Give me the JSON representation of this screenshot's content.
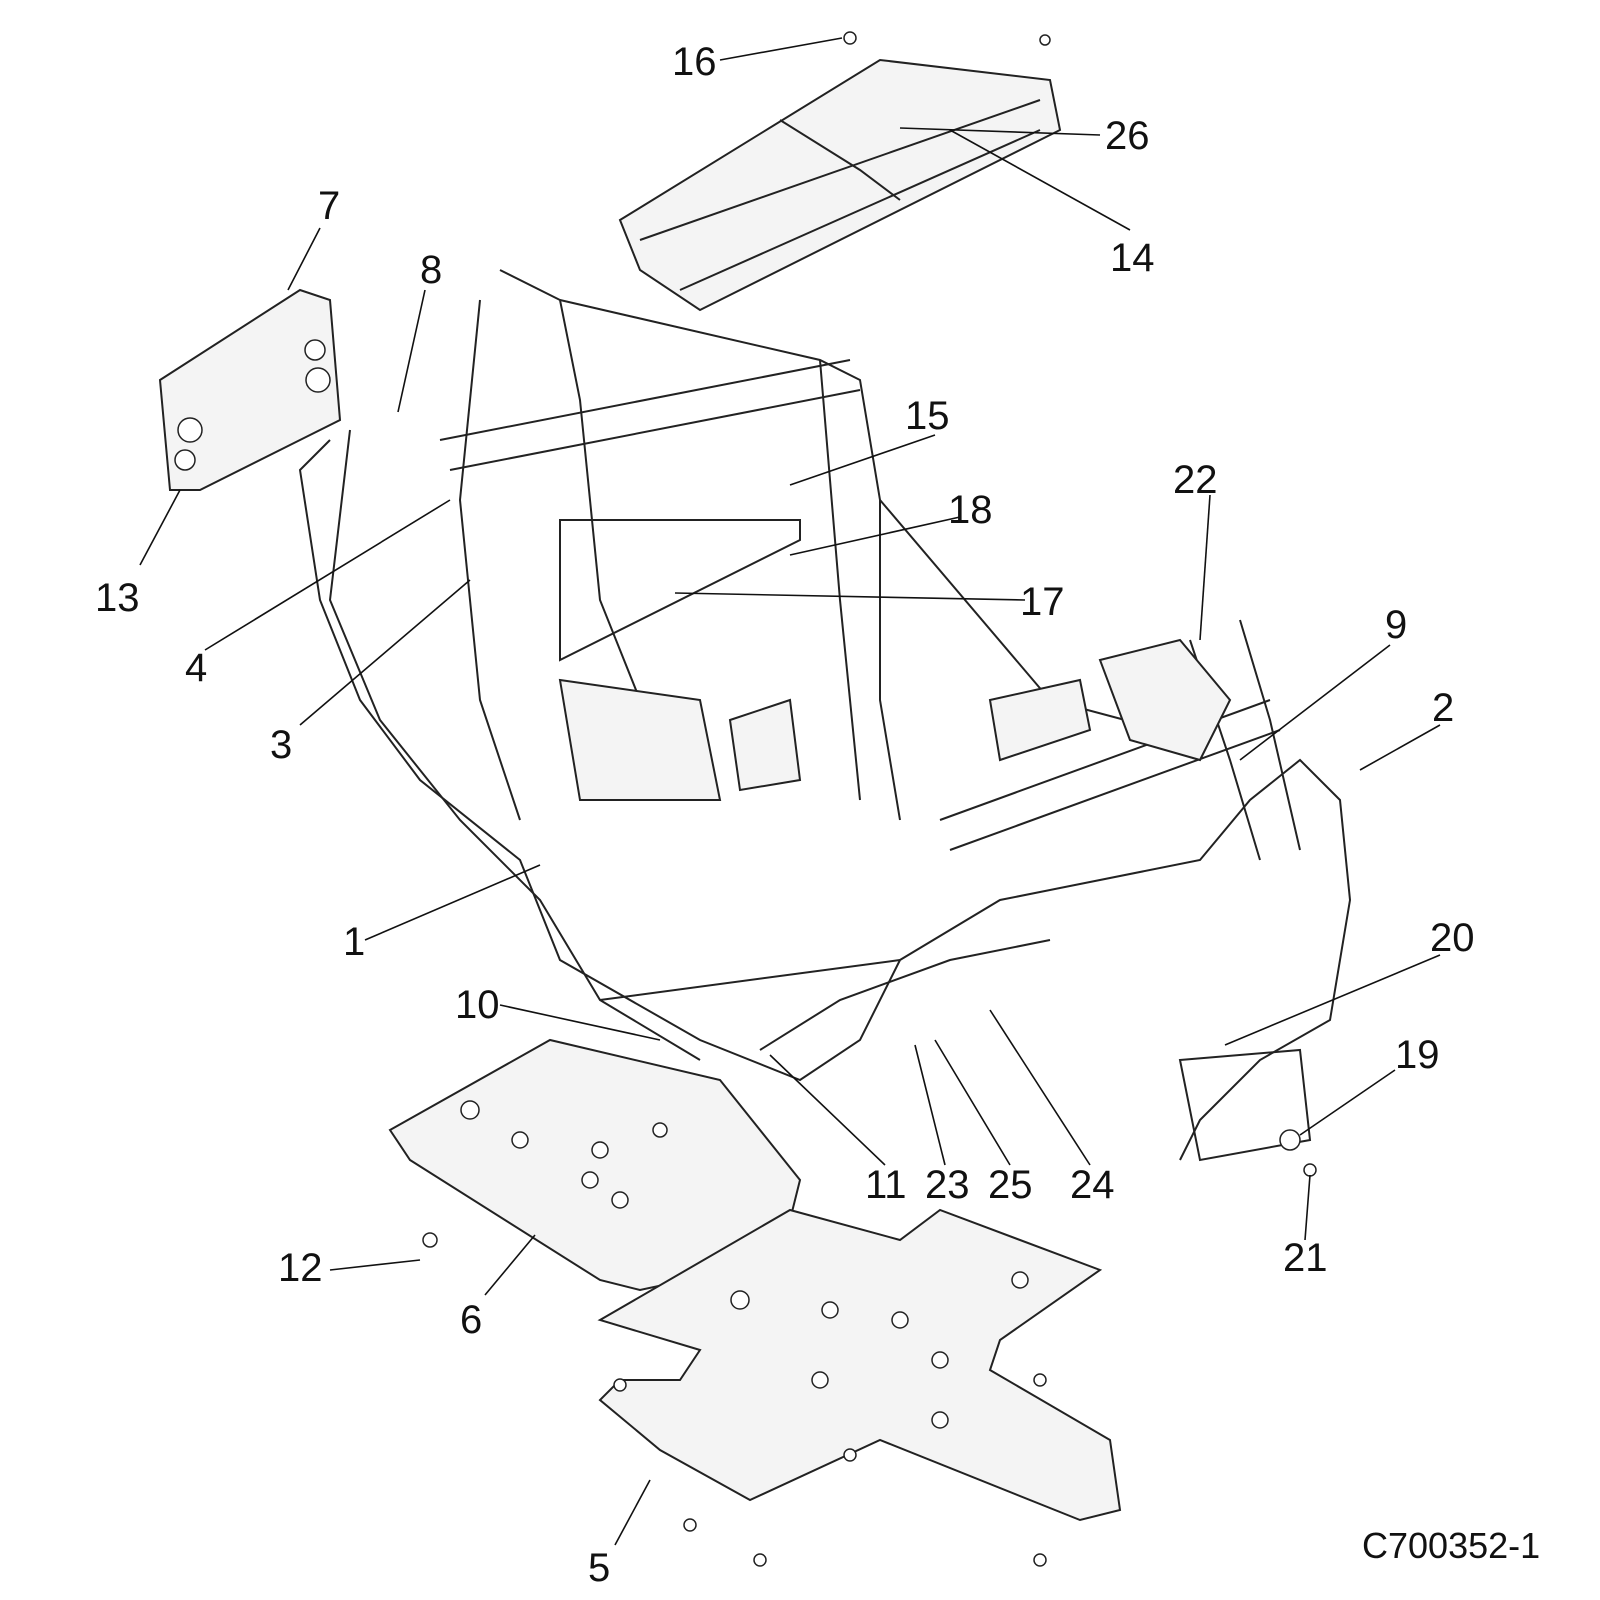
{
  "diagram": {
    "type": "exploded-parts-diagram",
    "reference_code": "C700352-1",
    "callouts": [
      {
        "id": "1",
        "label": "1"
      },
      {
        "id": "2",
        "label": "2"
      },
      {
        "id": "3",
        "label": "3"
      },
      {
        "id": "4",
        "label": "4"
      },
      {
        "id": "5",
        "label": "5"
      },
      {
        "id": "6",
        "label": "6"
      },
      {
        "id": "7",
        "label": "7"
      },
      {
        "id": "8",
        "label": "8"
      },
      {
        "id": "9",
        "label": "9"
      },
      {
        "id": "10",
        "label": "10"
      },
      {
        "id": "11",
        "label": "11"
      },
      {
        "id": "12",
        "label": "12"
      },
      {
        "id": "13",
        "label": "13"
      },
      {
        "id": "14",
        "label": "14"
      },
      {
        "id": "15",
        "label": "15"
      },
      {
        "id": "16",
        "label": "16"
      },
      {
        "id": "17",
        "label": "17"
      },
      {
        "id": "18",
        "label": "18"
      },
      {
        "id": "19",
        "label": "19"
      },
      {
        "id": "20",
        "label": "20"
      },
      {
        "id": "21",
        "label": "21"
      },
      {
        "id": "22",
        "label": "22"
      },
      {
        "id": "23",
        "label": "23"
      },
      {
        "id": "24",
        "label": "24"
      },
      {
        "id": "25",
        "label": "25"
      },
      {
        "id": "26",
        "label": "26"
      }
    ]
  }
}
